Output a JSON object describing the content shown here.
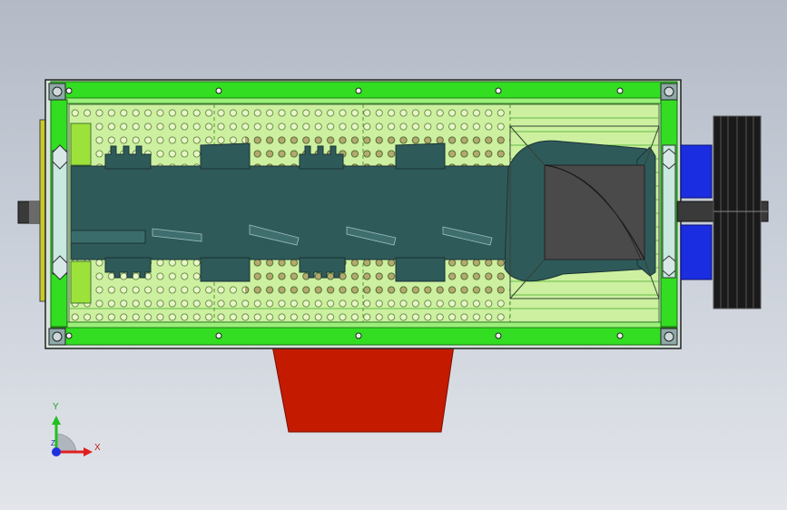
{
  "colors": {
    "background_top": "#b3bac6",
    "background_bottom": "#e2e5ea",
    "frame_green": "#33dd22",
    "screen_green": "#ccf0a0",
    "rotor_dark": "#2f5a5a",
    "hopper_red": "#c41a00",
    "motor_blue": "#1a2de0",
    "pulley_black": "#1a1a1a",
    "axis_x": "#e02020",
    "axis_y": "#20c020",
    "axis_z": "#2030e0"
  },
  "triad": {
    "x_label": "X",
    "y_label": "Y",
    "z_label": "Z"
  },
  "icons": {
    "triad": "coordinate-triad-icon"
  }
}
